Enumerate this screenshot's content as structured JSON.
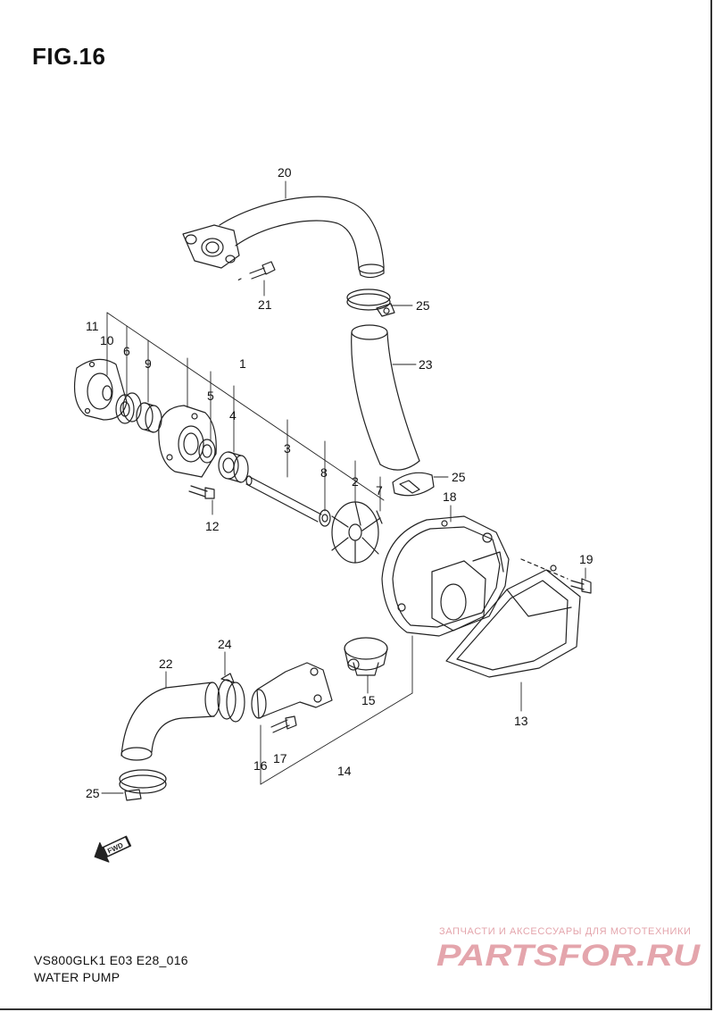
{
  "figure": {
    "title": "FIG.16"
  },
  "callouts": [
    {
      "id": "c1",
      "label": "1"
    },
    {
      "id": "c2",
      "label": "2"
    },
    {
      "id": "c3",
      "label": "3"
    },
    {
      "id": "c4",
      "label": "4"
    },
    {
      "id": "c5",
      "label": "5"
    },
    {
      "id": "c6",
      "label": "6"
    },
    {
      "id": "c7",
      "label": "7"
    },
    {
      "id": "c8",
      "label": "8"
    },
    {
      "id": "c9",
      "label": "9"
    },
    {
      "id": "c10",
      "label": "10"
    },
    {
      "id": "c11",
      "label": "11"
    },
    {
      "id": "c12",
      "label": "12"
    },
    {
      "id": "c13",
      "label": "13"
    },
    {
      "id": "c14",
      "label": "14"
    },
    {
      "id": "c15",
      "label": "15"
    },
    {
      "id": "c16",
      "label": "16"
    },
    {
      "id": "c17",
      "label": "17"
    },
    {
      "id": "c18",
      "label": "18"
    },
    {
      "id": "c19",
      "label": "19"
    },
    {
      "id": "c20",
      "label": "20"
    },
    {
      "id": "c21",
      "label": "21"
    },
    {
      "id": "c22",
      "label": "22"
    },
    {
      "id": "c23",
      "label": "23"
    },
    {
      "id": "c24",
      "label": "24"
    },
    {
      "id": "c25a",
      "label": "25"
    },
    {
      "id": "c25b",
      "label": "25"
    },
    {
      "id": "c25c",
      "label": "25"
    }
  ],
  "fwd_marker": {
    "text": "FWD"
  },
  "footer": {
    "model_code": "VS800GLK1 E03 E28_016",
    "section_name": "WATER PUMP"
  },
  "watermark": {
    "tagline": "ЗАПЧАСТИ И АКСЕССУАРЫ ДЛЯ МОТОТЕХНИКИ",
    "logo_text": "PARTSFOR.RU",
    "color": "#e4a5ac"
  }
}
